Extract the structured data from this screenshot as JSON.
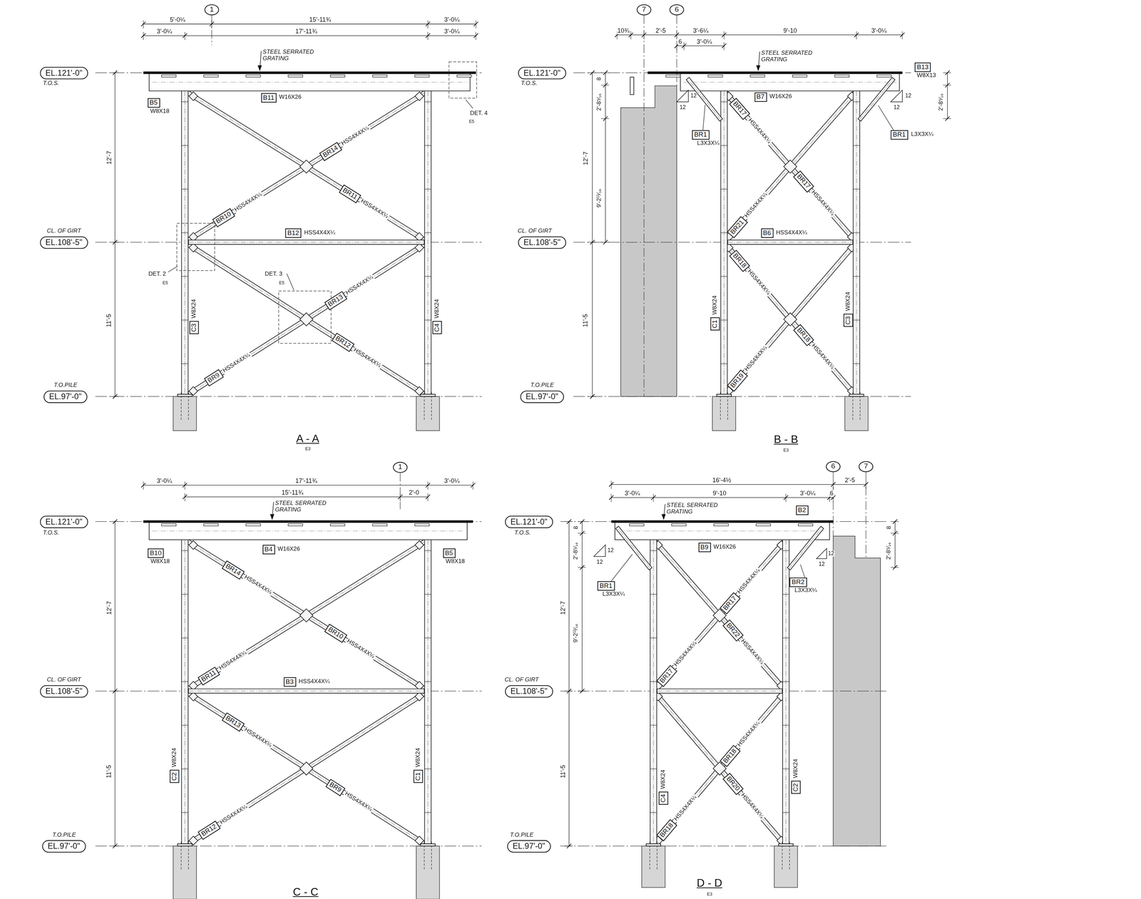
{
  "diagram": {
    "nodes": [
      {
        "text": [
          "1"
        ]
      },
      {
        "text": [
          "EL.121'-0\""
        ]
      },
      {
        "text": [
          "B5"
        ]
      },
      {
        "text": [
          "B11"
        ]
      },
      {
        "text": [
          "BR14"
        ]
      },
      {
        "text": [
          "BR10"
        ]
      },
      {
        "text": [
          "BR11"
        ]
      },
      {
        "text": [
          "EL.108'-5\""
        ]
      },
      {
        "text": [
          "B12"
        ]
      },
      {
        "text": [
          "BR13"
        ]
      },
      {
        "text": [
          "C3"
        ]
      },
      {
        "text": [
          "C4"
        ]
      },
      {
        "text": [
          "BR9"
        ]
      },
      {
        "text": [
          "BR12"
        ]
      },
      {
        "text": [
          "EL.97'-0\""
        ]
      },
      {
        "text": [
          "7"
        ]
      },
      {
        "text": [
          "6"
        ]
      },
      {
        "text": [
          "EL.121'-0\""
        ]
      },
      {
        "text": [
          "B13"
        ]
      },
      {
        "text": [
          "B7"
        ]
      },
      {
        "text": [
          "BR17"
        ]
      },
      {
        "text": [
          "BR1"
        ]
      },
      {
        "text": [
          "BR1"
        ]
      },
      {
        "text": [
          "BR21"
        ]
      },
      {
        "text": [
          "BR17"
        ]
      },
      {
        "text": [
          "EL.108'-5\""
        ]
      },
      {
        "text": [
          "B6"
        ]
      },
      {
        "text": [
          "BR18"
        ]
      },
      {
        "text": [
          "C1"
        ]
      },
      {
        "text": [
          "C3"
        ]
      },
      {
        "text": [
          "BR19"
        ]
      },
      {
        "text": [
          "BR18"
        ]
      },
      {
        "text": [
          "EL.97'-0\""
        ]
      },
      {
        "text": [
          "1"
        ]
      },
      {
        "text": [
          "EL.121'-0\""
        ]
      },
      {
        "text": [
          "B10"
        ]
      },
      {
        "text": [
          "B4"
        ]
      },
      {
        "text": [
          "B5"
        ]
      },
      {
        "text": [
          "BR14"
        ]
      },
      {
        "text": [
          "BR10"
        ]
      },
      {
        "text": [
          "BR11"
        ]
      },
      {
        "text": [
          "EL.108'-5\""
        ]
      },
      {
        "text": [
          "B3"
        ]
      },
      {
        "text": [
          "BR13"
        ]
      },
      {
        "text": [
          "C2"
        ]
      },
      {
        "text": [
          "C1"
        ]
      },
      {
        "text": [
          "BR9"
        ]
      },
      {
        "text": [
          "BR12"
        ]
      },
      {
        "text": [
          "EL.97'-0\""
        ]
      },
      {
        "text": [
          "6"
        ]
      },
      {
        "text": [
          "7"
        ]
      },
      {
        "text": [
          "EL.121'-0\""
        ]
      },
      {
        "text": [
          "B2"
        ]
      },
      {
        "text": [
          "B9"
        ]
      },
      {
        "text": [
          "BR17"
        ]
      },
      {
        "text": [
          "BR1"
        ]
      },
      {
        "text": [
          "BR2"
        ]
      },
      {
        "text": [
          "BR22"
        ]
      },
      {
        "text": [
          "BR17"
        ]
      },
      {
        "text": [
          "EL.108'-5\""
        ]
      },
      {
        "text": [
          "BR18"
        ]
      },
      {
        "text": [
          "C4"
        ]
      },
      {
        "text": [
          "C2"
        ]
      },
      {
        "text": [
          "BR20"
        ]
      },
      {
        "text": [
          "BR18"
        ]
      },
      {
        "text": [
          "EL.97'-0\""
        ]
      }
    ],
    "labels": [
      "5'-0¼",
      "15'-11¾",
      "3'-0¼",
      "3'-0¼",
      "17'-11¾",
      "3'-0¼",
      "STEEL SERRATED GRATING",
      "T.O.S.",
      "W8X18",
      "W16X26",
      "DET. 4",
      "E5",
      "HSS4X4X¼",
      "12'-7",
      "HSS4X4X¼",
      "HSS4X4X¼",
      "CL. OF GIRT",
      "HSS4X4X¼",
      "DET. 2",
      "E5",
      "DET. 3",
      "E5",
      "HSS4X4X¼",
      "11'-5",
      "W8X24",
      "W8X24",
      "HSS4X4X¼",
      "HSS4X4X¼",
      "T.O.PILE",
      "A - A",
      "E3",
      "10¾",
      "2'-5",
      "3'-6¼",
      "9'-10",
      "3'-0¼",
      "6",
      "3'-0¼",
      "STEEL SERRATED GRATING",
      "T.O.S.",
      "W8X13",
      "8",
      "2'-8⁵⁄₁₆",
      "12",
      "12",
      "W16X26",
      "2'-8⁵⁄₁₆",
      "12",
      "12",
      "HSS4X4X¼",
      "L3X3X¼",
      "L3X3X¼",
      "12'-7",
      "HSS4X4X¼",
      "HSS4X4X¼",
      "9'-2¹¹⁄₁₆",
      "CL. OF GIRT",
      "HSS4X4X¼",
      "HSS4X4X¼",
      "11'-5",
      "W8X24",
      "W8X24",
      "HSS4X4X¼",
      "HSS4X4X¼",
      "T.O.PILE",
      "B - B",
      "E3",
      "3'-0¼",
      "17'-11¾",
      "3'-0¼",
      "15'-11¾",
      "2'-0",
      "STEEL SERRATED GRATING",
      "T.O.S.",
      "W8X18",
      "W16X26",
      "W8X18",
      "HSS4X4X¼",
      "12'-7",
      "HSS4X4X¼",
      "HSS4X4X¼",
      "CL. OF GIRT",
      "HSS4X4X¼",
      "HSS4X4X¼",
      "11'-5",
      "W8X24",
      "W8X24",
      "HSS4X4X¼",
      "HSS4X4X¼",
      "T.O.PILE",
      "C - C",
      "16'-4½",
      "2'-5",
      "3'-0¼",
      "9'-10",
      "3'-0¼",
      "6",
      "STEEL SERRATED GRATING",
      "T.O.S.",
      "8",
      "2'-8⁵⁄₁₆",
      "8",
      "2'-8⁵⁄₁₆",
      "12",
      "12",
      "W16X26",
      "12",
      "12",
      "HSS4X4X¼",
      "L3X3X¼",
      "L3X3X¼",
      "12'-7",
      "HSS4X4X¼",
      "HSS4X4X¼",
      "9'-2¹¹⁄₁₆",
      "CL. OF GIRT",
      "HSS4X4X¼",
      "11'-5",
      "W8X24",
      "W8X24",
      "HSS4X4X¼",
      "HSS4X4X¼",
      "T.O.PILE",
      "D - D",
      "E3"
    ]
  }
}
